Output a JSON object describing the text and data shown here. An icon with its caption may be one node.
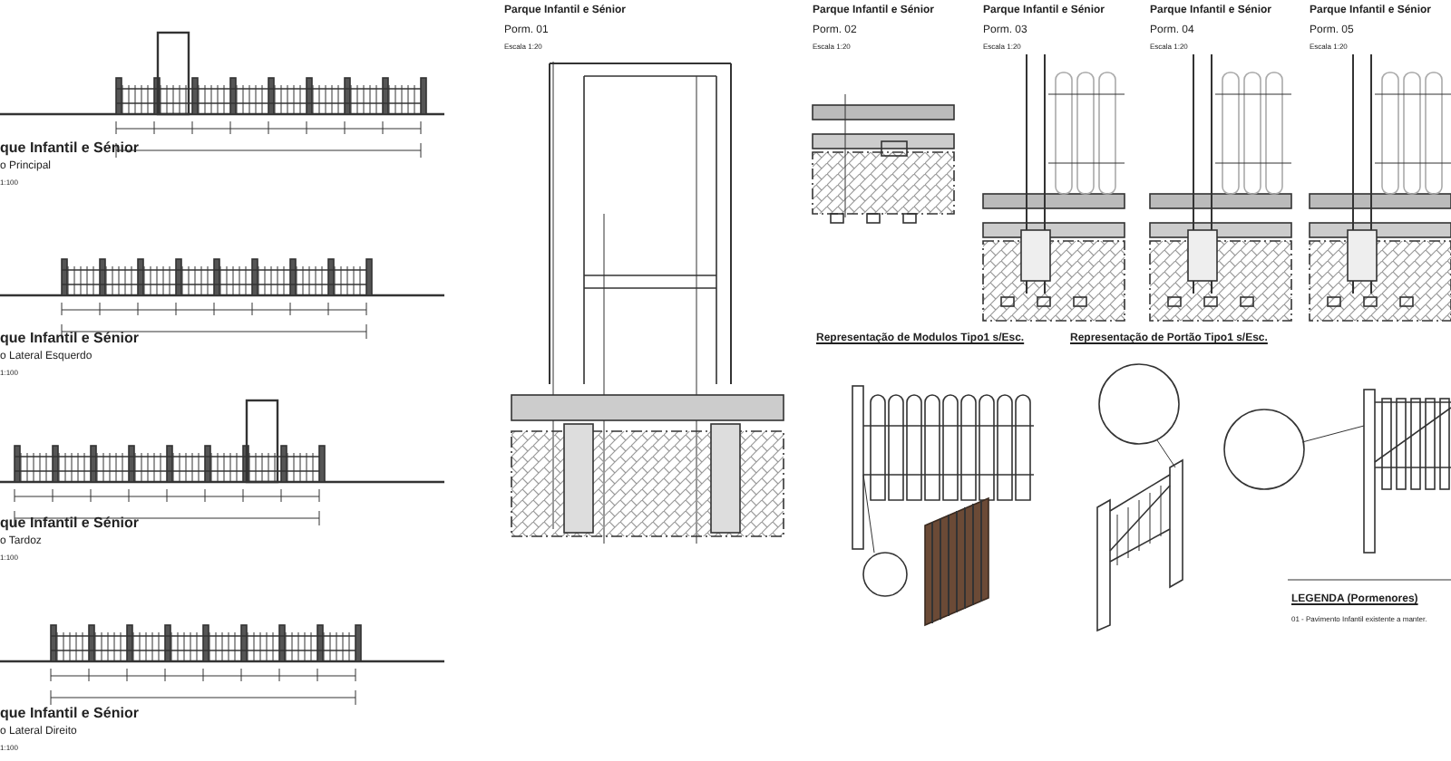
{
  "diagram": {
    "labels": [
      "que Infantil e Sénior",
      "o Principal",
      "1:100",
      "que Infantil e Sénior",
      "o Lateral Esquerdo",
      "1:100",
      "que Infantil e Sénior",
      "o Tardoz",
      "1:100",
      "que Infantil e Sénior",
      "o Lateral Direito",
      "1:100",
      "Parque Infantil e Sénior",
      "Porm. 01",
      "Escala 1:20",
      "Parque Infantil e Sénior",
      "Porm. 02",
      "Escala 1:20",
      "Parque Infantil e Sénior",
      "Porm. 03",
      "Escala 1:20",
      "Parque Infantil e Sénior",
      "Porm. 04",
      "Escala 1:20",
      "Parque Infantil e Sénior",
      "Porm. 05",
      "Escala 1:20",
      "Representação de Modulos Tipo1 s/Esc.",
      "Representação de Portão Tipo1 s/Esc.",
      "LEGENDA (Pormenores)",
      "01 - Pavimento Infantil existente a manter."
    ]
  }
}
